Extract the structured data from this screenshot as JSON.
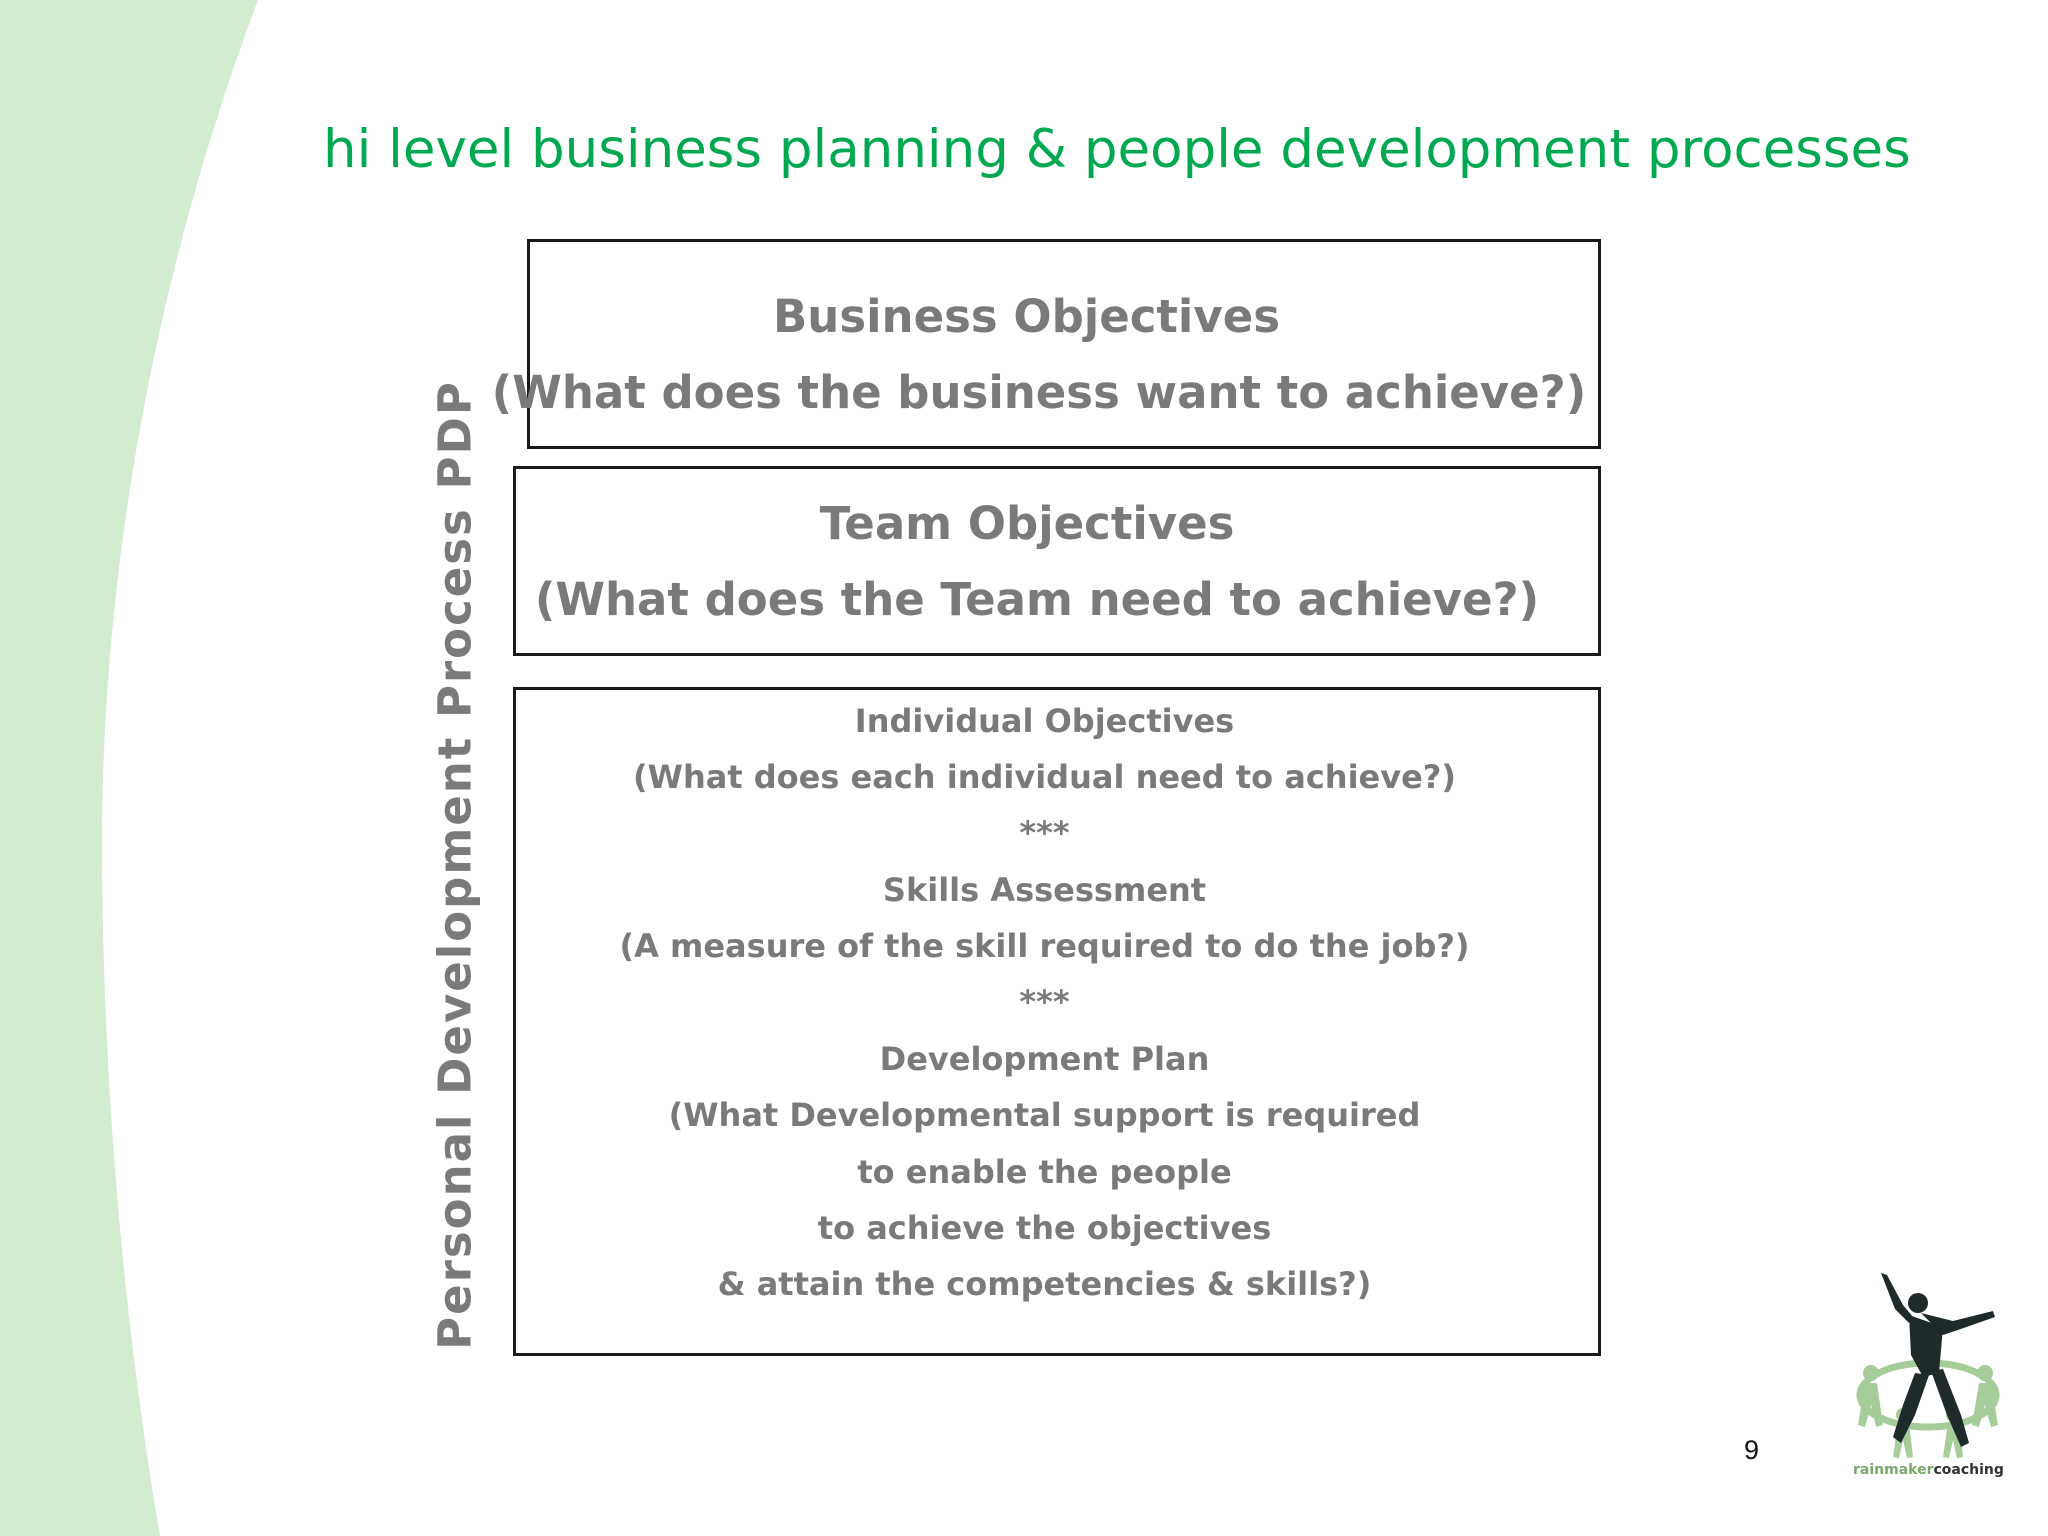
{
  "slide": {
    "title": "hi level business planning & people development processes",
    "vertical_label": "Personal Development Process PDP",
    "page_number": "9",
    "accent_color": "#00a850",
    "arc_color": "#d3ebd0"
  },
  "boxes": {
    "business": {
      "heading": "Business Objectives",
      "question": "(What does the business want to achieve?)"
    },
    "team": {
      "heading": "Team Objectives",
      "question": "(What does the Team need to achieve?)"
    },
    "individual": {
      "lines": [
        "Individual Objectives",
        "(What does each individual need to achieve?)",
        "***",
        "Skills Assessment",
        "(A measure of the skill required to do the job?)",
        "***",
        "Development Plan",
        "(What Developmental support is required",
        "to enable the people",
        "to achieve the objectives",
        "& attain the competencies & skills?)"
      ]
    }
  },
  "logo": {
    "icon": "dancing-figure-logo",
    "text_part1": "rainmaker",
    "text_part2": "coaching"
  }
}
